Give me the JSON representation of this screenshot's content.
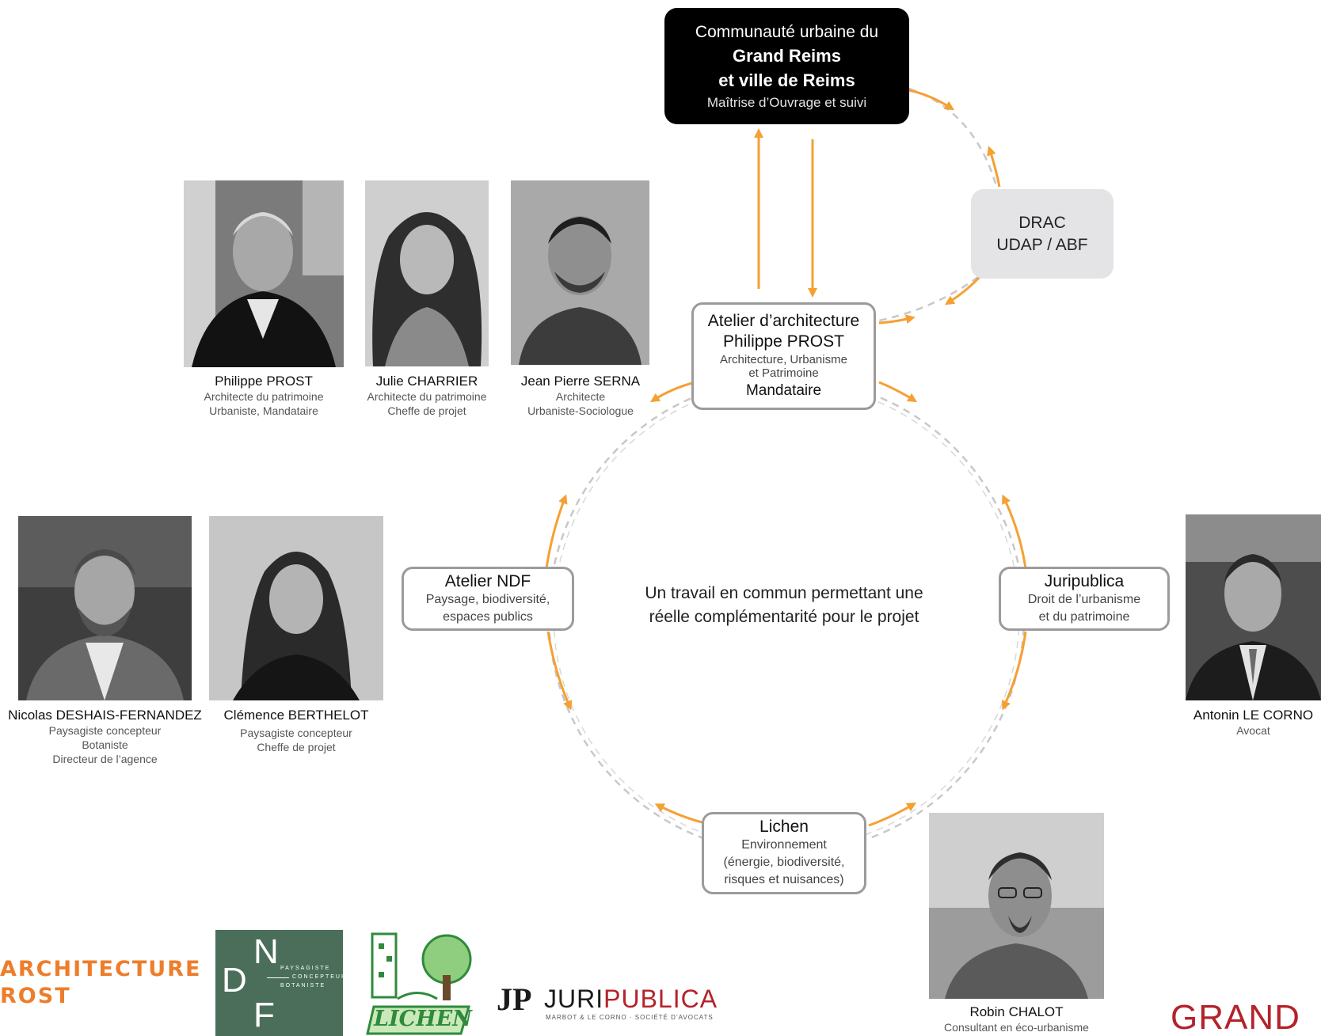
{
  "client": {
    "line1": "Communauté urbaine du",
    "line2": "Grand Reims",
    "line3": "et ville de Reims",
    "line4": "Maîtrise d’Ouvrage et suivi"
  },
  "drac": {
    "line1": "DRAC",
    "line2": "UDAP / ABF"
  },
  "mandataire": {
    "line1": "Atelier d’architecture",
    "line2": "Philippe PROST",
    "line3": "Architecture, Urbanisme",
    "line4": "et Patrimoine",
    "line5": "Mandataire"
  },
  "ndf": {
    "title": "Atelier NDF",
    "line1": "Paysage, biodiversité,",
    "line2": "espaces publics"
  },
  "juripublica": {
    "title": "Juripublica",
    "line1": "Droit de l’urbanisme",
    "line2": "et du patrimoine"
  },
  "lichen": {
    "title": "Lichen",
    "line1": "Environnement",
    "line2": "(énergie, biodiversité,",
    "line3": "risques et nuisances)"
  },
  "center_text": {
    "line1": "Un travail en commun permettant une",
    "line2": "réelle complémentarité pour le projet"
  },
  "people": {
    "prost": {
      "name": "Philippe PROST",
      "role1": "Architecte du patrimoine",
      "role2": "Urbaniste, Mandataire"
    },
    "charrier": {
      "name": "Julie CHARRIER",
      "role1": "Architecte du patrimoine",
      "role2": "Cheffe de projet"
    },
    "serna": {
      "name": "Jean Pierre SERNA",
      "role1": "Architecte",
      "role2": "Urbaniste-Sociologue"
    },
    "deshais": {
      "name": "Nicolas DESHAIS-FERNANDEZ",
      "role1": "Paysagiste concepteur",
      "role2": "Botaniste",
      "role3": "Directeur de l’agence"
    },
    "berthelot": {
      "name": "Clémence BERTHELOT",
      "role1": "Paysagiste concepteur",
      "role2": "Cheffe de projet"
    },
    "lecorno": {
      "name": "Antonin LE CORNO",
      "role1": "Avocat"
    },
    "chalot": {
      "name": "Robin CHALOT",
      "role1": "Consultant en éco-urbanisme"
    }
  },
  "logos": {
    "prost_logo": {
      "line1": "ARCHITECTURE",
      "line2": "ROST"
    },
    "ndf_logo": {
      "n": "N",
      "d": "D",
      "f": "F",
      "small1": "PAYSAGISTE",
      "small2": "CONCEPTEUR",
      "small3": "BOTANISTE"
    },
    "lichen_logo": {
      "text": "LICHEN"
    },
    "juri_logo": {
      "jp": "JP",
      "name_a": "JURI",
      "name_b": "PUBLICA",
      "sub": "MARBOT & LE CORNO · SOCIÉTÉ D’AVOCATS"
    },
    "grand_logo": {
      "text": "GRAND"
    }
  },
  "colors": {
    "accent": "#f5a033",
    "dashed": "#c8c8c8",
    "box_border": "#9b9b9b",
    "logo_orange": "#ee7d2b",
    "ndf_green": "#4a6e5a"
  }
}
